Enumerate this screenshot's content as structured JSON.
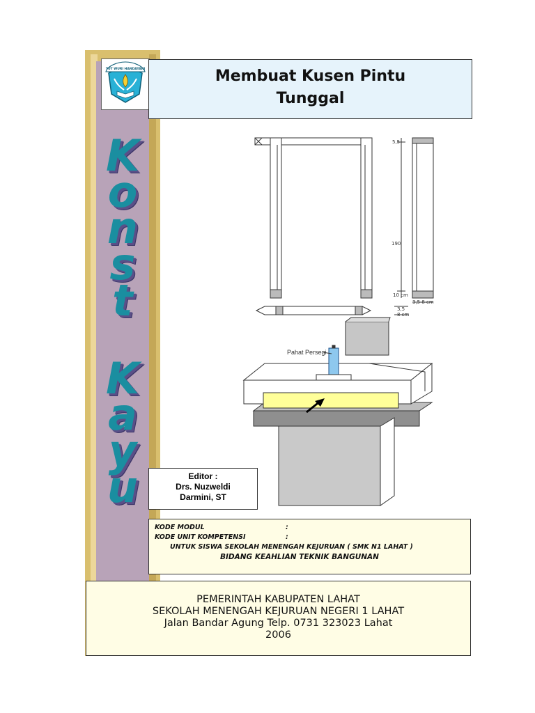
{
  "title": {
    "line1": "Membuat Kusen Pintu",
    "line2": "Tunggal"
  },
  "logo": {
    "text": "TUT WURI HANDAYANI",
    "icon": "tut-wuri-handayani-emblem",
    "color": "#29b1d6"
  },
  "side_bar": {
    "word1": [
      "K",
      "o",
      "n",
      "s",
      "t"
    ],
    "word2": [
      "K",
      "a",
      "y",
      "u"
    ]
  },
  "drawing": {
    "dims": {
      "top": "5,5",
      "height": "190",
      "bottom": "10 cm",
      "jamb": "3,5 8 cm",
      "sill_a": "3,5",
      "sill_b": "8 cm"
    },
    "label": "Pahat Persegi"
  },
  "editor": {
    "label": "Editor :",
    "name1": "Drs. Nuzweldi",
    "name2": "Darmini, ST"
  },
  "modul": {
    "kode_modul": "KODE MODUL",
    "kode_unit": "KODE UNIT KOMPETENSI",
    "colon": ":",
    "untuk": "UNTUK SISWA SEKOLAH MENENGAH KEJURUAN  ( SMK N1 LAHAT )",
    "bidang": "BIDANG KEAHLIAN TEKNIK BANGUNAN"
  },
  "footer": {
    "line1": "PEMERINTAH KABUPATEN LAHAT",
    "line2": "SEKOLAH MENENGAH KEJURUAN NEGERI 1 LAHAT",
    "line3": "Jalan Bandar Agung Telp. 0731 323023 Lahat",
    "line4": "2006"
  }
}
